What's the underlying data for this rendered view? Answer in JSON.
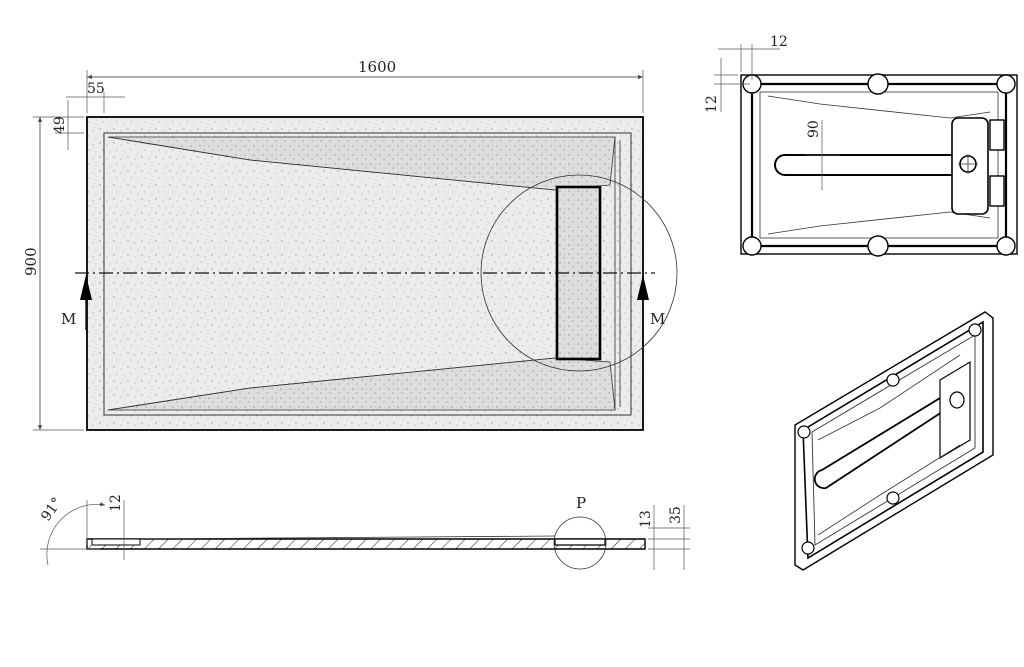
{
  "drawing": {
    "top_view": {
      "overall_length": "1600",
      "overall_width": "900",
      "edge_offset_x": "55",
      "edge_offset_y": "49",
      "section_marker_left": "M",
      "section_marker_right": "M"
    },
    "section_view": {
      "slope_angle": "91°",
      "left_height": "12",
      "right_height_inner": "13",
      "right_height_total": "35",
      "detail_callout": "P"
    },
    "back_view": {
      "offset_x": "12",
      "offset_y": "12",
      "channel_width": "90"
    }
  },
  "colors": {
    "line": "#111111",
    "dimension": "#555555",
    "stone_fill": "#e9e9e9",
    "stone_speck": "#9a9a9a"
  }
}
